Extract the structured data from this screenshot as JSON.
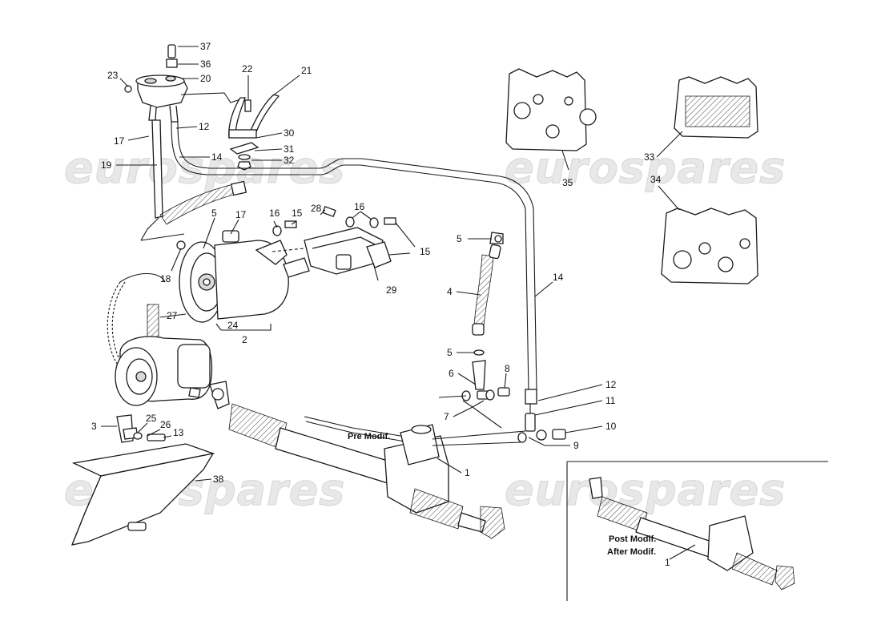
{
  "watermark": {
    "text": "eurospares",
    "color": "#e6e6e6"
  },
  "notes": {
    "pre_modif": "Pre Modif.",
    "post_modif": "Post Modif.",
    "after_modif": "After Modif."
  },
  "callouts": {
    "c37": "37",
    "c36": "36",
    "c20": "20",
    "c23": "23",
    "c22": "22",
    "c21": "21",
    "c17a": "17",
    "c12a": "12",
    "c19": "19",
    "c14a": "14",
    "c30": "30",
    "c31": "31",
    "c32": "32",
    "c5a": "5",
    "c17b": "17",
    "c16a": "16",
    "c15a": "15",
    "c28": "28",
    "c16b": "16",
    "c15b": "15",
    "c18": "18",
    "c29": "29",
    "c27": "27",
    "c24": "24",
    "c2": "2",
    "c5b": "5",
    "c4": "4",
    "c5c": "5",
    "c6": "6",
    "c8": "8",
    "c7": "7",
    "c14b": "14",
    "c12b": "12",
    "c11": "11",
    "c10": "10",
    "c9": "9",
    "c1a": "1",
    "c3": "3",
    "c25": "25",
    "c26": "26",
    "c13": "13",
    "c38": "38",
    "c35": "35",
    "c33": "33",
    "c34": "34",
    "c1b": "1"
  },
  "icons": [
    "reservoir-icon",
    "pump-icon",
    "compressor-icon",
    "steering-rack-icon",
    "gasket-kit-icon"
  ]
}
